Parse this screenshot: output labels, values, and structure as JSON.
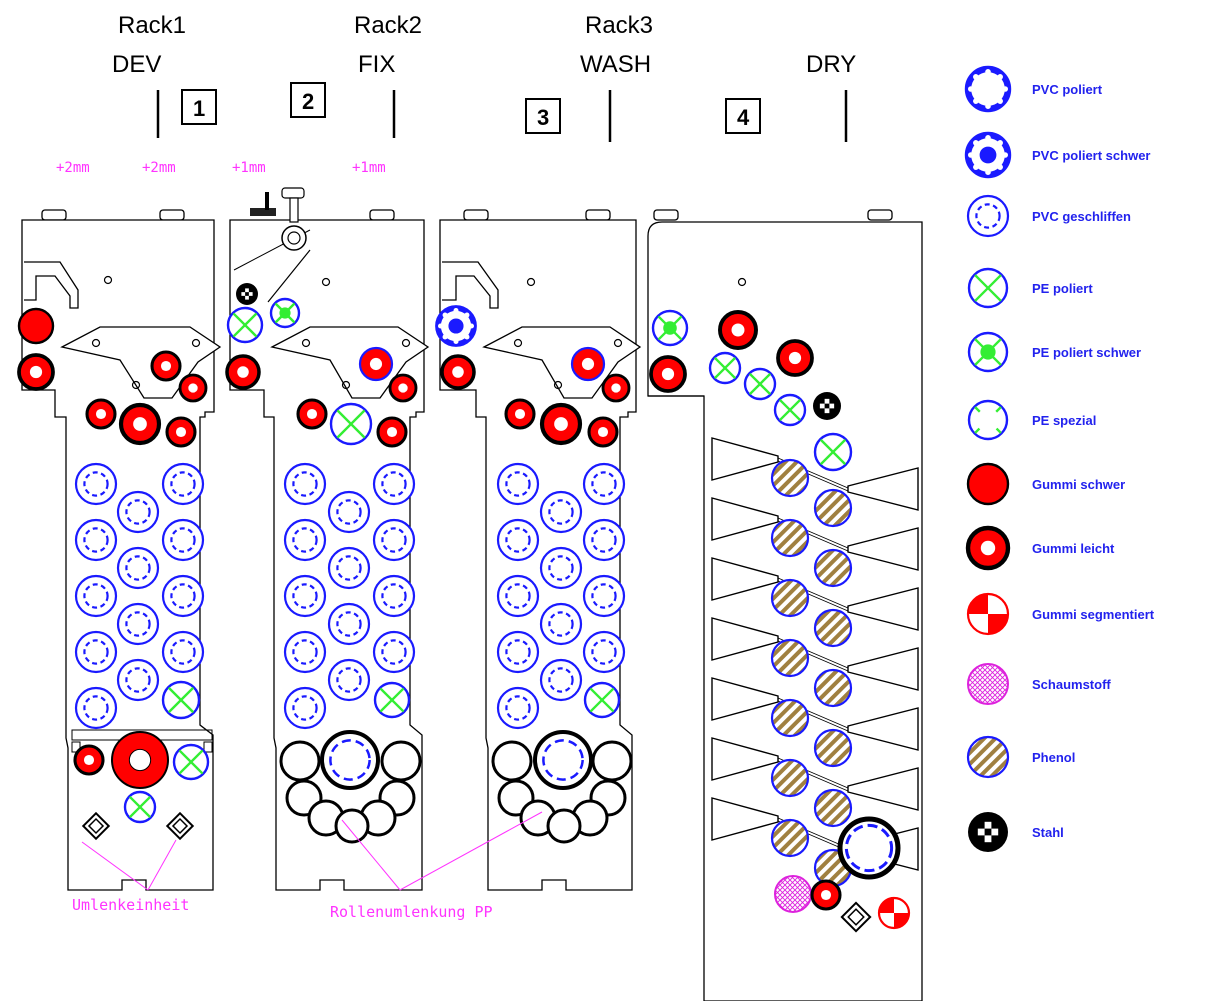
{
  "racks": [
    {
      "name": "Rack1",
      "process": "DEV",
      "number": "1"
    },
    {
      "name": "Rack2",
      "process": "FIX",
      "number": "2"
    },
    {
      "name": "Rack3",
      "process": "WASH",
      "number": "3"
    },
    {
      "name": "",
      "process": "DRY",
      "number": "4"
    }
  ],
  "offsets": [
    "+2mm",
    "+2mm",
    "+1mm",
    "+1mm"
  ],
  "annotations": {
    "deflection_unit": "Umlenkeinheit",
    "roller_deflection": "Rollenumlenkung PP"
  },
  "legend": [
    {
      "key": "pvc_polished",
      "label": "PVC poliert"
    },
    {
      "key": "pvc_polished_heavy",
      "label": "PVC poliert schwer"
    },
    {
      "key": "pvc_ground",
      "label": "PVC geschliffen"
    },
    {
      "key": "pe_polished",
      "label": "PE poliert"
    },
    {
      "key": "pe_polished_heavy",
      "label": "PE poliert schwer"
    },
    {
      "key": "pe_special",
      "label": "PE spezial"
    },
    {
      "key": "rubber_heavy",
      "label": "Gummi schwer"
    },
    {
      "key": "rubber_light",
      "label": "Gummi leicht"
    },
    {
      "key": "rubber_segmented",
      "label": "Gummi segmentiert"
    },
    {
      "key": "foam",
      "label": "Schaumstoff"
    },
    {
      "key": "phenol",
      "label": "Phenol"
    },
    {
      "key": "steel",
      "label": "Stahl"
    }
  ],
  "colors": {
    "rubber_red": "#ff0000",
    "pvc_blue": "#1a1aff",
    "pe_green": "#33ee33",
    "phenol_brown": "#a08040",
    "foam_magenta": "#dd22dd",
    "annotation_pink": "#ff33ff",
    "legend_text": "#2222ee"
  }
}
